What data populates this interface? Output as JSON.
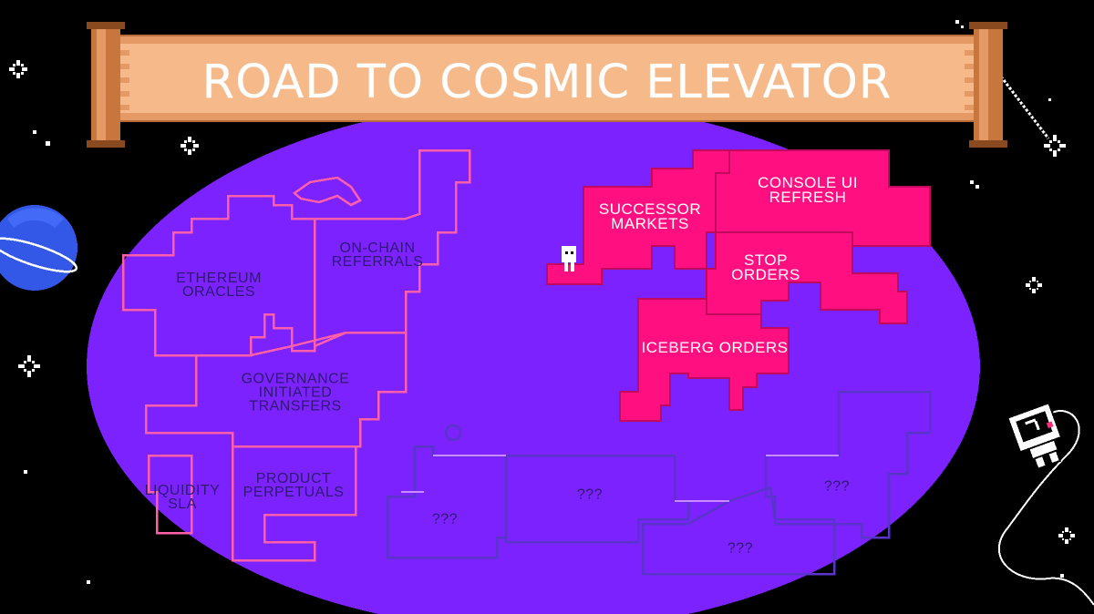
{
  "title": "ROAD TO COSMIC ELEVATOR",
  "colors": {
    "background": "#000000",
    "map": "#7b22ff",
    "completed": "#ff0f7f",
    "planned_outline": "#ff5fa8",
    "unknown_outline": "#5a34c8",
    "scroll": "#f5b98a",
    "label_dark": "#2f1a70"
  },
  "regions": {
    "successor_markets": {
      "label": "SUCCESSOR\nMARKETS",
      "status": "completed"
    },
    "console_ui_refresh": {
      "label": "CONSOLE UI\nREFRESH",
      "status": "completed"
    },
    "stop_orders": {
      "label": "STOP\nORDERS",
      "status": "completed"
    },
    "iceberg_orders": {
      "label": "ICEBERG ORDERS",
      "status": "completed"
    },
    "ethereum_oracles": {
      "label": "ETHEREUM\nORACLES",
      "status": "planned"
    },
    "on_chain_referrals": {
      "label": "ON-CHAIN\nREFERRALS",
      "status": "planned"
    },
    "governance_initiated_transfers": {
      "label": "GOVERNANCE\nINITIATED\nTRANSFERS",
      "status": "planned"
    },
    "liquidity_sla": {
      "label": "LIQUIDITY\nSLA",
      "status": "planned"
    },
    "product_perpetuals": {
      "label": "PRODUCT\nPERPETUALS",
      "status": "planned"
    },
    "unknown_1": {
      "label": "???",
      "status": "unknown"
    },
    "unknown_2": {
      "label": "???",
      "status": "unknown"
    },
    "unknown_3": {
      "label": "???",
      "status": "unknown"
    },
    "unknown_4": {
      "label": "???",
      "status": "unknown"
    }
  },
  "icons": [
    "planet-icon",
    "player-character-icon",
    "astronaut-icon",
    "sparkle-star-icon",
    "shooting-star-icon"
  ]
}
